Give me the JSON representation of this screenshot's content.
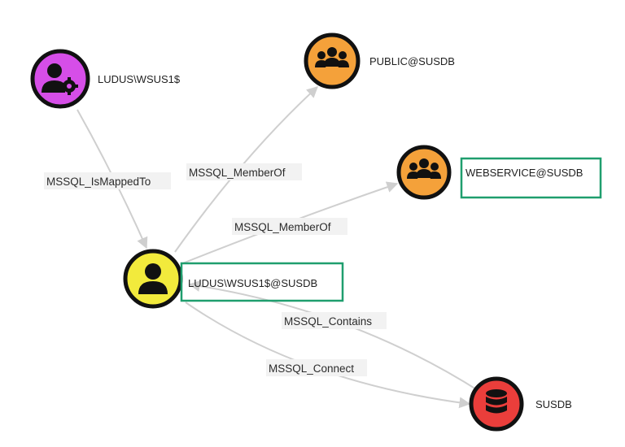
{
  "graph": {
    "nodes": {
      "wsus_computer": {
        "label": "LUDUS\\WSUS1$",
        "color": "#d64ee8",
        "icon": "user-gear-icon"
      },
      "public_role": {
        "label": "PUBLIC@SUSDB",
        "color": "#f4a13a",
        "icon": "users-group-icon"
      },
      "webservice_role": {
        "label": "WEBSERVICE@SUSDB",
        "color": "#f4a13a",
        "icon": "users-group-icon",
        "highlighted": true
      },
      "db_user": {
        "label": "LUDUS\\WSUS1$@SUSDB",
        "color": "#f2ea3c",
        "icon": "user-icon",
        "highlighted": true
      },
      "database": {
        "label": "SUSDB",
        "color": "#ea3e3b",
        "icon": "database-icon"
      }
    },
    "edges": {
      "is_mapped_to": {
        "label": "MSSQL_IsMappedTo",
        "from": "wsus_computer",
        "to": "db_user"
      },
      "member_of_public": {
        "label": "MSSQL_MemberOf",
        "from": "db_user",
        "to": "public_role"
      },
      "member_of_webservice": {
        "label": "MSSQL_MemberOf",
        "from": "db_user",
        "to": "webservice_role"
      },
      "contains": {
        "label": "MSSQL_Contains",
        "from": "database",
        "to": "db_user"
      },
      "connect": {
        "label": "MSSQL_Connect",
        "from": "db_user",
        "to": "database"
      }
    },
    "highlight_color": "#1f9e6e",
    "edge_color": "#cfcfcf"
  }
}
